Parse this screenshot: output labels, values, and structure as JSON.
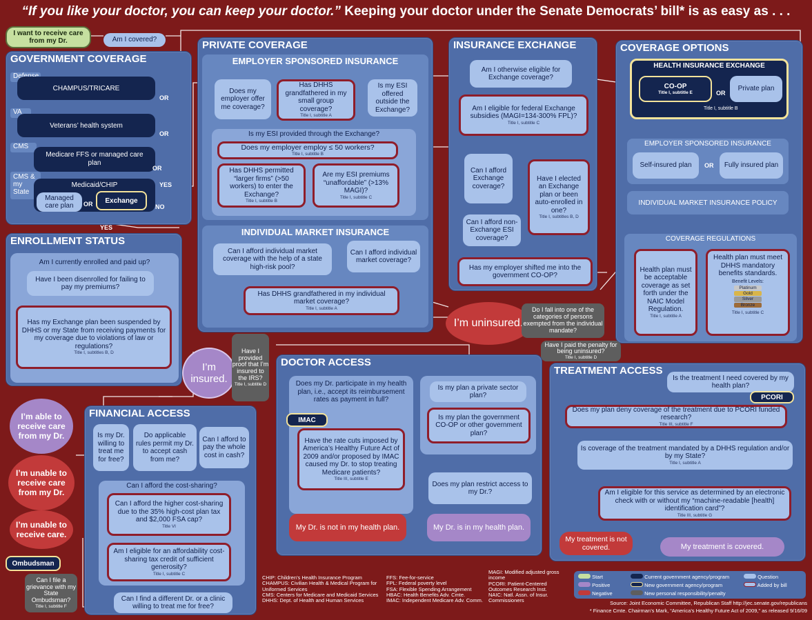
{
  "title": {
    "quote": "“If you like your doctor, you can keep your doctor.”",
    "rest": " Keeping your doctor under the Senate Democrats’ bill* is as easy as . . ."
  },
  "start": {
    "want": "I want to receive care from my Dr.",
    "covered": "Am I covered?"
  },
  "government": {
    "title": "GOVERNMENT COVERAGE",
    "defense_label": "Defense",
    "defense_box": "CHAMPUS/TRICARE",
    "va_label": "VA",
    "va_box": "Veterans’ health system",
    "cms_label": "CMS",
    "cms_box": "Medicare FFS or managed care plan",
    "cms_state_label": "CMS & my State",
    "medicaid": "Medicaid/CHIP",
    "managed": "Managed care plan",
    "exchange": "Exchange",
    "or": "OR",
    "yes": "YES",
    "no": "NO"
  },
  "private": {
    "title": "PRIVATE COVERAGE",
    "esi_title": "EMPLOYER SPONSORED INSURANCE",
    "offer": "Does my employer offer me coverage?",
    "grand": "Has DHHS grandfathered in my small group coverage?",
    "grand_ref": "Title I, subtitle A",
    "outside": "Is my ESI offered outside the Exchange?",
    "thru": "Is my ESI provided through the Exchange?",
    "employ": "Does my employer employ ≤ 50 workers?",
    "employ_ref": "Title I, subtitle B",
    "permit": "Has DHHS permitted “larger firms” (>50 workers) to enter the Exchange?",
    "permit_ref": "Title I, subtitle B",
    "unaff": "Are my ESI premiums “unaffordable” (>13% MAGI)?",
    "unaff_ref": "Title I, subtitle C",
    "ind_title": "INDIVIDUAL MARKET INSURANCE",
    "pool": "Can I afford individual market coverage with the help of a state high-risk pool?",
    "afford_ind": "Can I afford individual market coverage?",
    "grand_ind": "Has DHHS grandfathered in my individual market coverage?",
    "grand_ind_ref": "Title I, subtitle A"
  },
  "exchange": {
    "title": "INSURANCE EXCHANGE",
    "elig": "Am I otherwise eligible for Exchange coverage?",
    "subsid": "Am I eligible for federal Exchange subsidies (MAGI=134-300% FPL)?",
    "subsid_ref": "Title I, subtitle C",
    "afford": "Can I afford Exchange coverage?",
    "elected": "Have I elected an Exchange plan or been auto-enrolled in one?",
    "elected_ref": "Title I, subtitles B, D",
    "nonex": "Can I afford non-Exchange ESI coverage?",
    "shifted": "Has my employer shifted me into the government CO-OP?"
  },
  "options": {
    "title": "COVERAGE OPTIONS",
    "hie": "HEALTH INSURANCE EXCHANGE",
    "coop": "CO-OP",
    "coop_ref": "Title I, subtitle E",
    "private": "Private plan",
    "hie_ref": "Title I, subtitle B",
    "esi": "EMPLOYER SPONSORED INSURANCE",
    "self": "Self-insured plan",
    "fully": "Fully insured plan",
    "imip": "INDIVIDUAL MARKET INSURANCE POLICY",
    "regs": "COVERAGE REGULATIONS",
    "naic": "Health plan must be acceptable coverage as set forth under the NAIC Model Regulation.",
    "naic_ref": "Title I, subtitle A",
    "dhhs": "Health plan must meet DHHS mandatory benefits standards.",
    "benefit": "Benefit Levels:",
    "levels": [
      "Platinum",
      "Gold",
      "Silver",
      "Bronze"
    ],
    "dhhs_ref": "Title I, subtitle C"
  },
  "enrollment": {
    "title": "ENROLLMENT STATUS",
    "current": "Am I currently enrolled and paid up?",
    "disenrolled": "Have I been disenrolled for failing to pay my premiums?",
    "suspended": "Has my Exchange plan been suspended by DHHS or my State from receiving payments for my coverage due to violations of law or regulations?",
    "suspended_ref": "Title I, subtitles B, D"
  },
  "status": {
    "insured": "I’m insured.",
    "uninsured": "I’m uninsured.",
    "proof": "Have I provided proof that I’m insured to the IRS?",
    "proof_ref": "Title I, subtitle D",
    "exempt": "Do I fall into one of the categories of persons exempted from the individual mandate?",
    "penalty": "Have I paid the penalty for being uninsured?",
    "penalty_ref": "Title I, subtitle D"
  },
  "results": {
    "able": "I’m able to receive care from my Dr.",
    "unable_dr": "I’m unable to receive care from my Dr.",
    "unable": "I’m unable to receive care."
  },
  "financial": {
    "title": "FINANCIAL ACCESS",
    "willing": "Is my Dr. willing to treat me for free?",
    "cash": "Do applicable rules permit my Dr. to accept cash from me?",
    "whole": "Can I afford to pay the whole cost in cash?",
    "cs": "Can I afford the cost-sharing?",
    "higher": "Can I afford the higher cost-sharing due to the 35% high-cost plan tax and $2,000 FSA cap?",
    "higher_ref": "Title VI",
    "credit": "Am I eligible for an affordability cost-sharing tax credit of sufficient generosity?",
    "credit_ref": "Title I, subtitle C",
    "different": "Can I find a different Dr. or a clinic willing to treat me for free?",
    "ombudsman": "Ombudsman",
    "grievance": "Can I file a grievance with my State Ombudsman?",
    "grievance_ref": "Title I, subtitle F"
  },
  "doctor": {
    "title": "DOCTOR ACCESS",
    "participate": "Does my Dr. participate in my health plan, i.e., accept its reimbursement rates as payment in full?",
    "imac": "IMAC",
    "cuts": "Have the rate cuts imposed by America’s Healthy Future Act of 2009 and/or proposed by IMAC caused my Dr. to stop treating Medicare patients?",
    "cuts_ref": "Title III, subtitle E",
    "private": "Is my plan a private sector plan?",
    "govt": "Is my plan the government CO-OP or other government plan?",
    "restrict": "Does my plan restrict access to my Dr.?",
    "not_in": "My Dr. is not in my health plan.",
    "in": "My Dr. is in my health plan."
  },
  "treatment": {
    "title": "TREATMENT ACCESS",
    "covered": "Is the treatment I need covered by my health plan?",
    "pcori": "PCORI",
    "deny": "Does my plan deny coverage of the treatment due to PCORI funded research?",
    "deny_ref": "Title III, subtitle F",
    "mandated": "Is coverage of the treatment mandated by a DHHS regulation and/or by my State?",
    "mandated_ref": "Title I, subtitle A",
    "eligible": "Am I eligible for this service as determined by an electronic check with or without my “machine-readable [health] identification card”?",
    "eligible_ref": "Title III, subtitle G",
    "not_cov": "My treatment is not covered.",
    "is_cov": "My treatment is covered."
  },
  "abbrev": [
    "CHIP: Children’s Health Insurance Program",
    "CHAMPUS: Civilian Health & Medical Program for Uniformed Services",
    "CMS: Centers for Medicare and Medicaid Services",
    "DHHS: Dept. of Health and Human Services",
    "FFS: Fee-for-service",
    "FPL: Federal poverty level",
    "FSA: Flexible Spending Arrangement",
    "HBAC: Health Benefits Adv. Cmte.",
    "IMAC: Independent Medicare Adv. Comm.",
    "MAGI: Modified adjusted gross income",
    "PCORI: Patient-Centered Outcomes Research Inst.",
    "NAIC: Natl. Assn. of Insur. Commissioners"
  ],
  "legend": {
    "start": "Start",
    "positive": "Positive",
    "negative": "Negative",
    "current": "Current government agency/program",
    "newgov": "New government agency/program",
    "newpers": "New personal responsibility/penalty",
    "question": "Question",
    "added": "Added by bill"
  },
  "source": "Source: Joint Economic Committee, Republican Staff http://jec.senate.gov/republicans",
  "footnote": "* Finance Cmte. Chairman’s Mark, “America’s Healthy Future Act of 2009,” as released 9/16/09",
  "colors": {
    "background": "#7d1a1a",
    "panel": "#4f6da8",
    "question": "#a9c2ea",
    "negative": "#c23a3a",
    "positive": "#a587c8",
    "start": "#c6e0a0"
  }
}
